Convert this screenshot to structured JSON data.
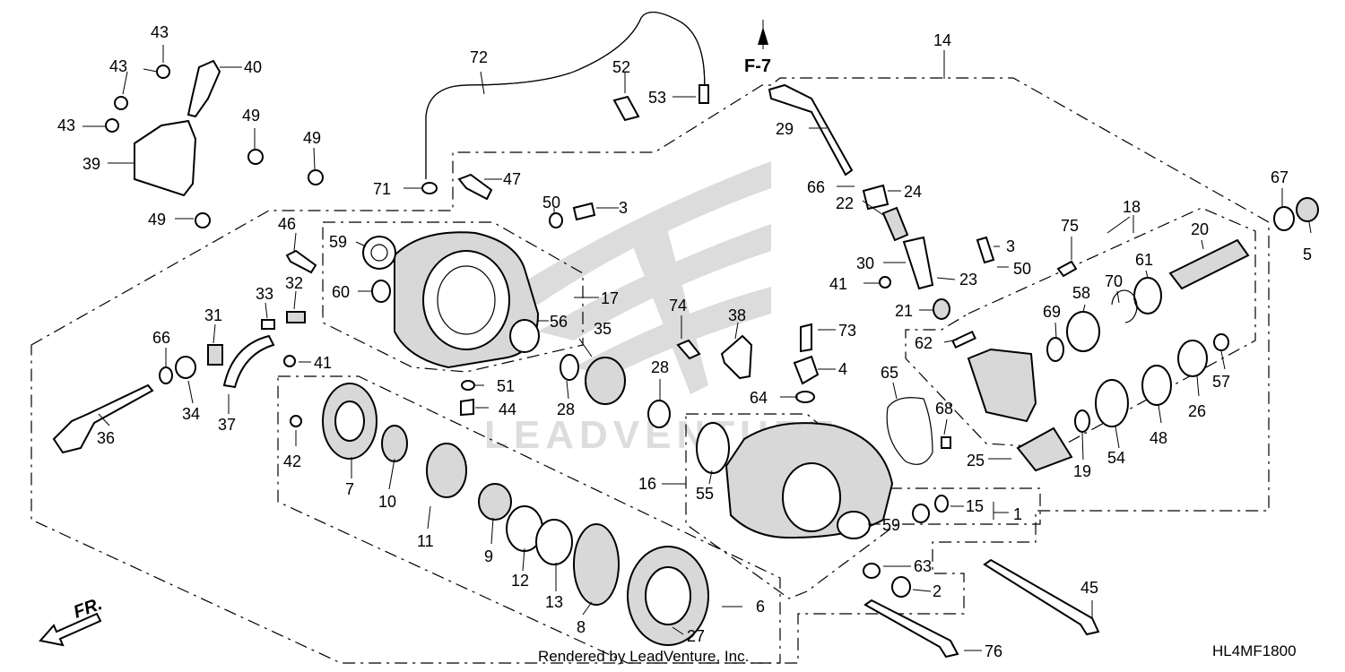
{
  "diagram": {
    "code": "HL4MF1800",
    "ref": "F-7",
    "front_label": "FR.",
    "render_credit": "Rendered by LeadVenture, Inc.",
    "watermark": "LEADVENTURE"
  },
  "callouts": [
    "1",
    "2",
    "3",
    "3",
    "4",
    "5",
    "6",
    "7",
    "8",
    "9",
    "10",
    "11",
    "12",
    "13",
    "14",
    "15",
    "16",
    "17",
    "18",
    "19",
    "20",
    "21",
    "22",
    "23",
    "24",
    "25",
    "26",
    "27",
    "28",
    "28",
    "29",
    "30",
    "31",
    "32",
    "33",
    "34",
    "35",
    "36",
    "37",
    "38",
    "39",
    "40",
    "41",
    "41",
    "42",
    "43",
    "43",
    "43",
    "44",
    "45",
    "46",
    "47",
    "48",
    "49",
    "49",
    "49",
    "50",
    "50",
    "51",
    "52",
    "53",
    "54",
    "55",
    "56",
    "57",
    "58",
    "59",
    "59",
    "60",
    "61",
    "62",
    "63",
    "64",
    "65",
    "66",
    "66",
    "67",
    "68",
    "69",
    "70",
    "71",
    "72",
    "73",
    "74",
    "75",
    "76"
  ]
}
